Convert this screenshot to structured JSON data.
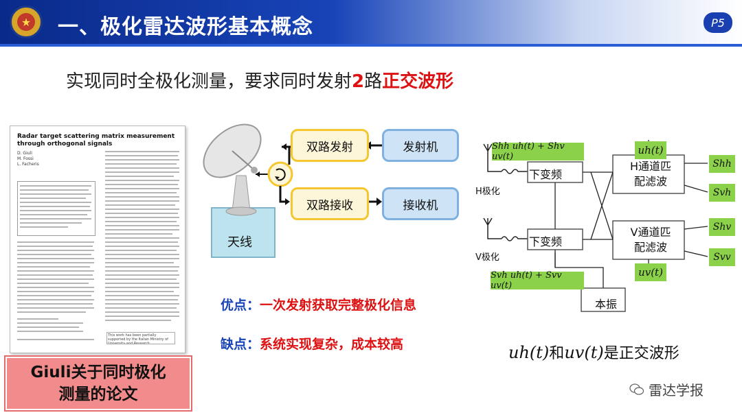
{
  "header": {
    "title": "一、极化雷达波形基本概念",
    "page": "P5",
    "logo_char": "★"
  },
  "subtitle": {
    "prefix": "实现同时全极化测量，要求同时发射",
    "number": "2",
    "middle": "路",
    "highlight": "正交波形"
  },
  "paper": {
    "title": "Radar target scattering matrix measurement through orthogonal signals",
    "authors": "D. Giuli\nM. Fossi\nL. Facheris",
    "footer": "This work has been partially supported by the Italian Ministry of University and Research"
  },
  "caption": {
    "line1": "Giuli关于同时极化",
    "line2": "测量的论文"
  },
  "system": {
    "dual_tx": "双路发射",
    "transmitter": "发射机",
    "dual_rx": "双路接收",
    "receiver": "接收机",
    "antenna": "天线"
  },
  "pros": {
    "label": "优点：",
    "text": "一次发射获取完整极化信息"
  },
  "cons": {
    "label": "缺点：",
    "text": "系统实现复杂，成本较高"
  },
  "diagram": {
    "top_signal": "Shh uh(t) + Shv uv(t)",
    "bottom_signal": "Svh uh(t) + Svv uv(t)",
    "downconv": "下变频",
    "h_filter_line1": "H通道匹",
    "h_filter_line2": "配滤波",
    "v_filter_line1": "V通道匹",
    "v_filter_line2": "配滤波",
    "lo": "本振",
    "h_pol": "H极化",
    "v_pol": "V极化",
    "uh": "uh(t)",
    "uv": "uv(t)",
    "outputs": [
      "Shh",
      "Svh",
      "Shv",
      "Svv"
    ]
  },
  "bottom": {
    "uh": "uh(t)",
    "and": "和",
    "uv": "uv(t)",
    "tail": "是正交波形"
  },
  "watermark": "雷达学报"
}
